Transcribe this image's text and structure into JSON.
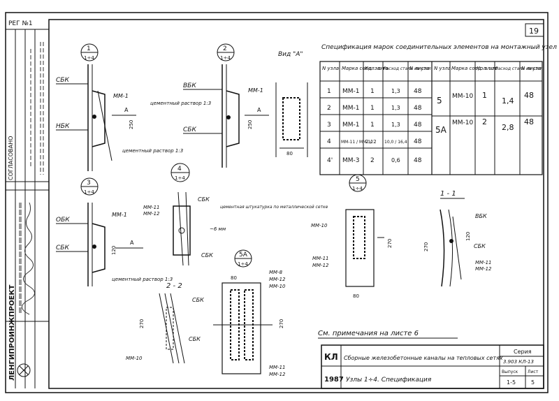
{
  "sheet_number": "19",
  "reg_label": "РЕГ №1",
  "organization": "ЛЕНГИПРОИНЖПРОЕКТ",
  "approved_label": "СОГЛАСОВАНО",
  "title_block": {
    "code": "КЛ",
    "series_label": "Серия",
    "series_value": "3.903 КЛ-13",
    "project_title": "Сборные железобетонные каналы на тепловых сетях",
    "drawing_title": "Узлы 1÷4. Спецификация",
    "year": "1987",
    "issue_label": "Выпуск",
    "issue_value": "1-5",
    "sheet_label": "Лист",
    "sheet_value": "5"
  },
  "note": "См. примечания на листе 6",
  "specification": {
    "title": "Спецификация марок соединительных элементов на монтажный узел",
    "columns": [
      "N узла",
      "Марка соед. эл-та",
      "Кол. шт",
      "Расход стали на узел",
      "N листа"
    ],
    "rows": [
      {
        "node": "1",
        "mark": "ММ-1",
        "qty": "1",
        "steel": "1,3",
        "sheet": "48"
      },
      {
        "node": "2",
        "mark": "ММ-1",
        "qty": "1",
        "steel": "1,3",
        "sheet": "48"
      },
      {
        "node": "3",
        "mark": "ММ-1",
        "qty": "1",
        "steel": "1,3",
        "sheet": "48"
      },
      {
        "node": "4",
        "mark": "ММ-11 / ММ-12",
        "qty": "2 / 2",
        "steel": "10,0 / 16,4",
        "sheet": "48"
      },
      {
        "node": "4'",
        "mark": "ММ-3",
        "qty": "2",
        "steel": "0,6",
        "sheet": "48"
      }
    ],
    "rows_right": [
      {
        "node": "5",
        "mark": "ММ-10",
        "qty": "1",
        "steel": "1,4",
        "sheet": "48"
      },
      {
        "node": "5А",
        "mark": "ММ-10",
        "qty": "2",
        "steel": "2,8",
        "sheet": "48"
      }
    ]
  },
  "details": {
    "n1": {
      "num": "1",
      "scale": "1÷4"
    },
    "n2": {
      "num": "2",
      "scale": "1÷4"
    },
    "n3": {
      "num": "3",
      "scale": "1÷4"
    },
    "n4": {
      "num": "4",
      "scale": "1÷4"
    },
    "n5": {
      "num": "5",
      "scale": "1÷4"
    },
    "n5a": {
      "num": "5А",
      "scale": "1÷4"
    },
    "viewA": "Вид \"А\"",
    "sec11": "1 - 1",
    "sec22": "2 - 2"
  },
  "labels": {
    "sbk": "СБК",
    "nbk": "НБК",
    "vbk": "ВБК",
    "obk": "ОБК",
    "mm1": "ММ-1",
    "mm10": "ММ-10",
    "mm11": "ММ-11",
    "mm12": "ММ-12",
    "mm8": "ММ-8",
    "mortar": "цементный раствор 1:3",
    "plaster": "цементная штукатурка по металлической сетке",
    "a": "А",
    "dim250": "250",
    "dim120": "120",
    "dim270": "270",
    "dim80": "80",
    "dim6": "~6 мм"
  }
}
